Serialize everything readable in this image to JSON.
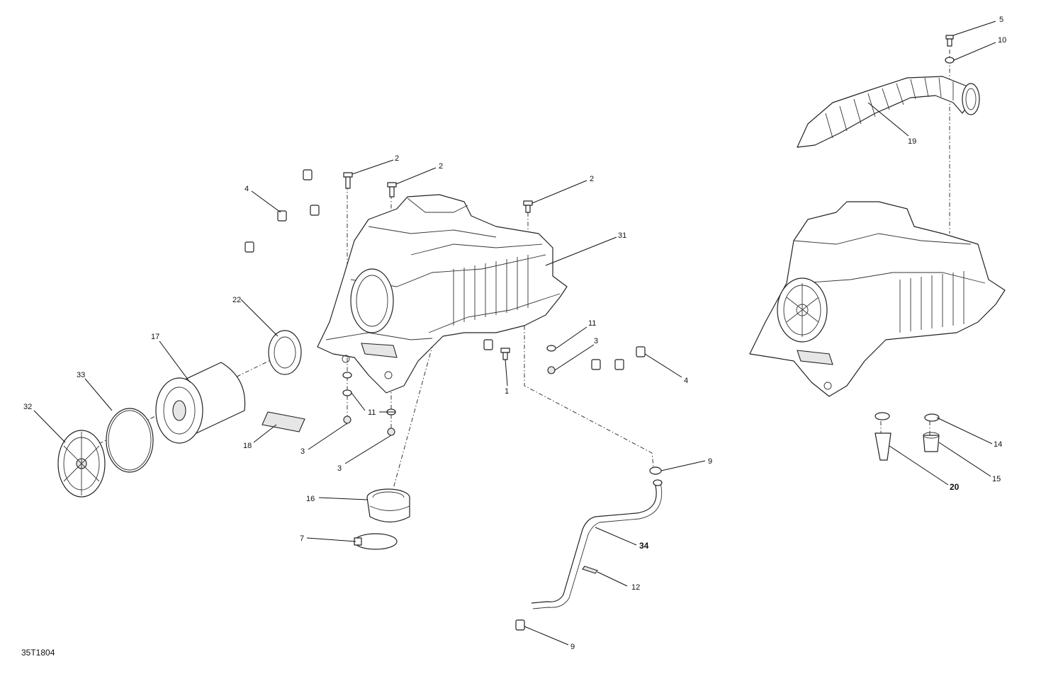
{
  "figure_id": "35T1804",
  "callouts": [
    {
      "id": "c5",
      "label": "5"
    },
    {
      "id": "c10",
      "label": "10"
    },
    {
      "id": "c19",
      "label": "19"
    },
    {
      "id": "c2a",
      "label": "2"
    },
    {
      "id": "c2b",
      "label": "2"
    },
    {
      "id": "c2c",
      "label": "2"
    },
    {
      "id": "c4a",
      "label": "4"
    },
    {
      "id": "c31",
      "label": "31"
    },
    {
      "id": "c22",
      "label": "22"
    },
    {
      "id": "c17",
      "label": "17"
    },
    {
      "id": "c33",
      "label": "33"
    },
    {
      "id": "c32",
      "label": "32"
    },
    {
      "id": "c18",
      "label": "18"
    },
    {
      "id": "c11a",
      "label": "11"
    },
    {
      "id": "c11b",
      "label": "11"
    },
    {
      "id": "c3a",
      "label": "3"
    },
    {
      "id": "c3b",
      "label": "3"
    },
    {
      "id": "c3c",
      "label": "3"
    },
    {
      "id": "c1",
      "label": "1"
    },
    {
      "id": "c4b",
      "label": "4"
    },
    {
      "id": "c9a",
      "label": "9"
    },
    {
      "id": "c9b",
      "label": "9"
    },
    {
      "id": "c14",
      "label": "14"
    },
    {
      "id": "c15",
      "label": "15"
    },
    {
      "id": "c20",
      "label": "20"
    },
    {
      "id": "c16",
      "label": "16"
    },
    {
      "id": "c7",
      "label": "7"
    },
    {
      "id": "c34",
      "label": "34"
    },
    {
      "id": "c12",
      "label": "12"
    }
  ]
}
